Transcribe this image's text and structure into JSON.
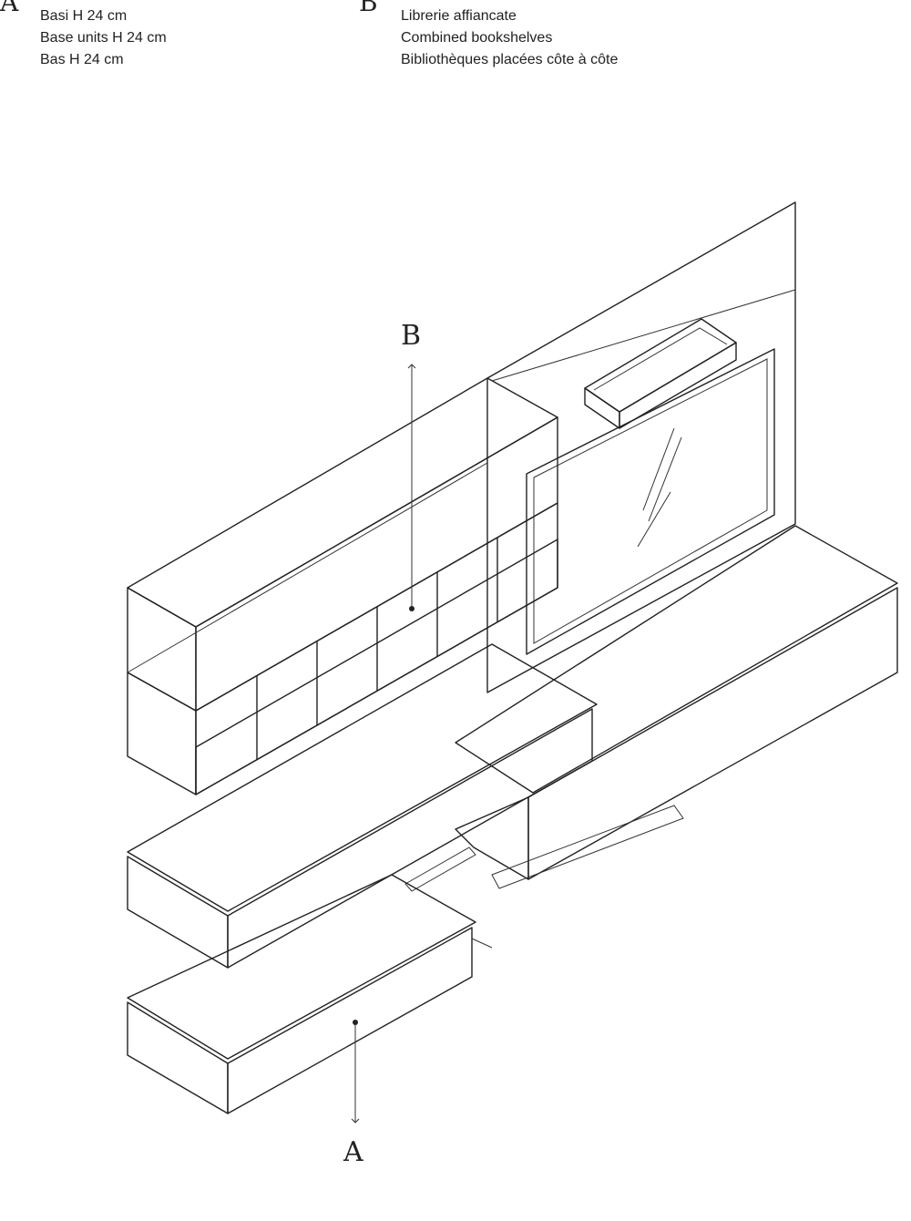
{
  "labels": {
    "a": {
      "letter": "A",
      "lines": [
        "Basi H 24 cm",
        "Base units H 24 cm",
        "Bas H 24 cm"
      ]
    },
    "b": {
      "letter": "B",
      "lines": [
        "Librerie affiancate",
        "Combined bookshelves",
        "Bibliothèques placées côte à côte"
      ]
    }
  },
  "colors": {
    "top_face": "#d6d6d6",
    "front_face": "#b4b4b4",
    "side_face": "#9e9e9e",
    "shadow_inner": "#8e8e8e",
    "inner_back": "#dedede",
    "line": "#222222",
    "background": "#ffffff"
  }
}
